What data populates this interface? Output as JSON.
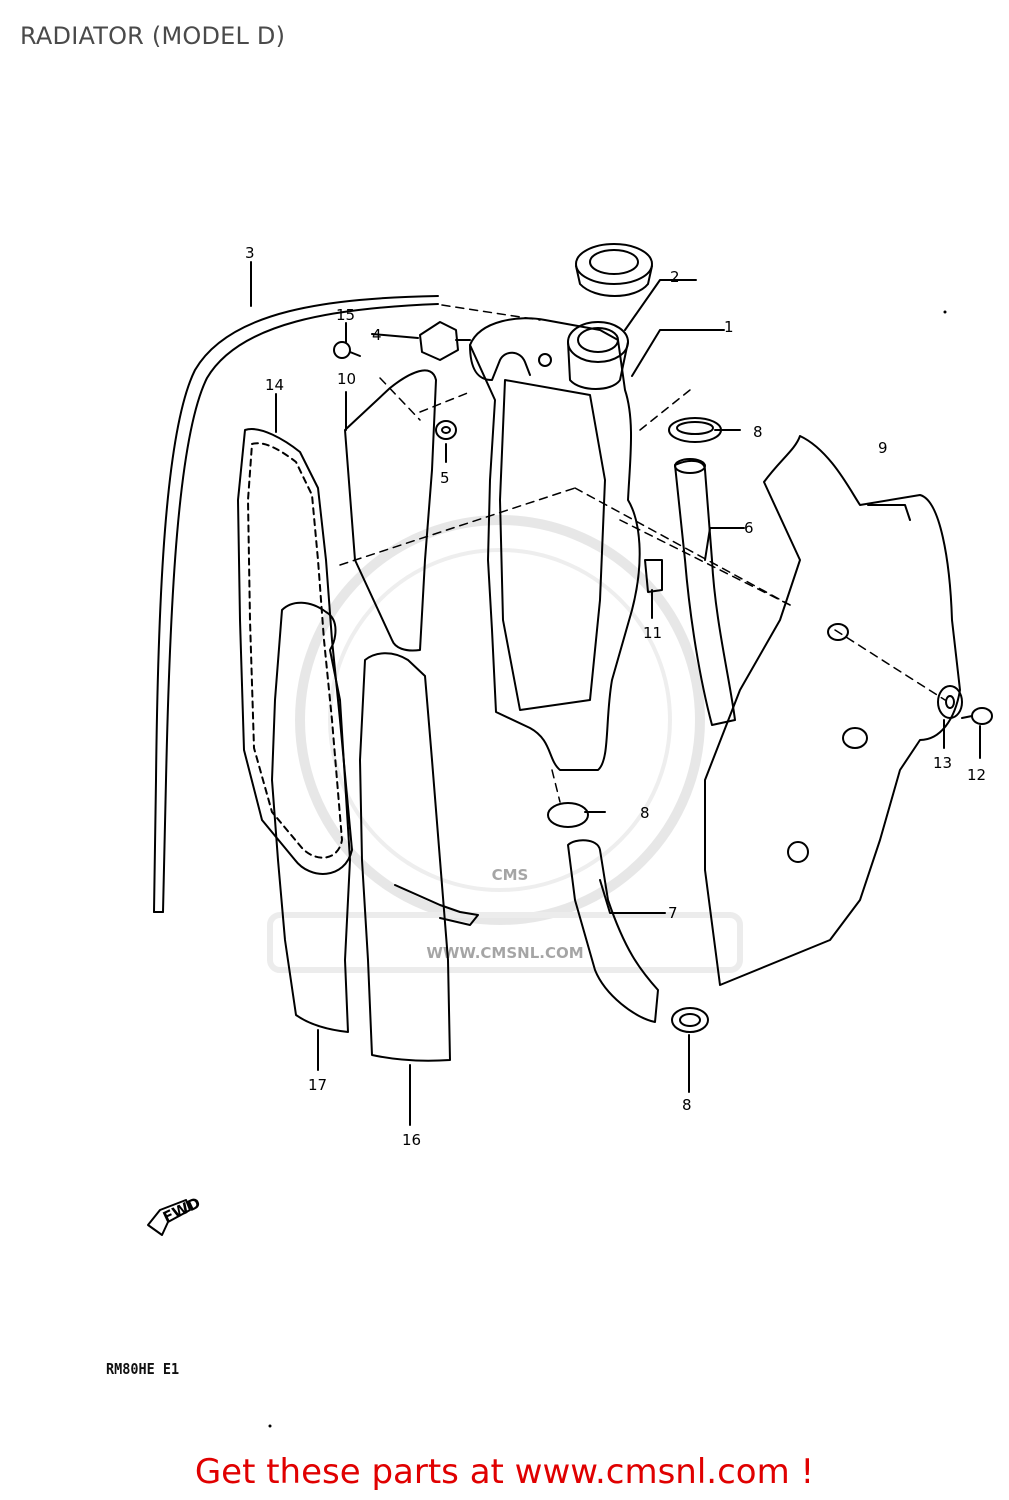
{
  "title": "RADIATOR (MODEL D)",
  "diagram_code": "RM80HE E1",
  "fwd_label": "FWD",
  "watermark": {
    "logo_text": "CMS",
    "url_text": "WWW.CMSNL.COM"
  },
  "callouts": {
    "c1": "1",
    "c2": "2",
    "c3": "3",
    "c4": "4",
    "c5": "5",
    "c6": "6",
    "c7": "7",
    "c8a": "8",
    "c8b": "8",
    "c8c": "8",
    "c9": "9",
    "c10": "10",
    "c11": "11",
    "c12": "12",
    "c13": "13",
    "c14": "14",
    "c15": "15",
    "c16": "16",
    "c17": "17"
  },
  "footer": {
    "link_text": "Get these parts at www.cmsnl.com !"
  },
  "colors": {
    "footer": "#e00000",
    "title": "#4a4a4a",
    "watermark": "#cfcfcf"
  }
}
